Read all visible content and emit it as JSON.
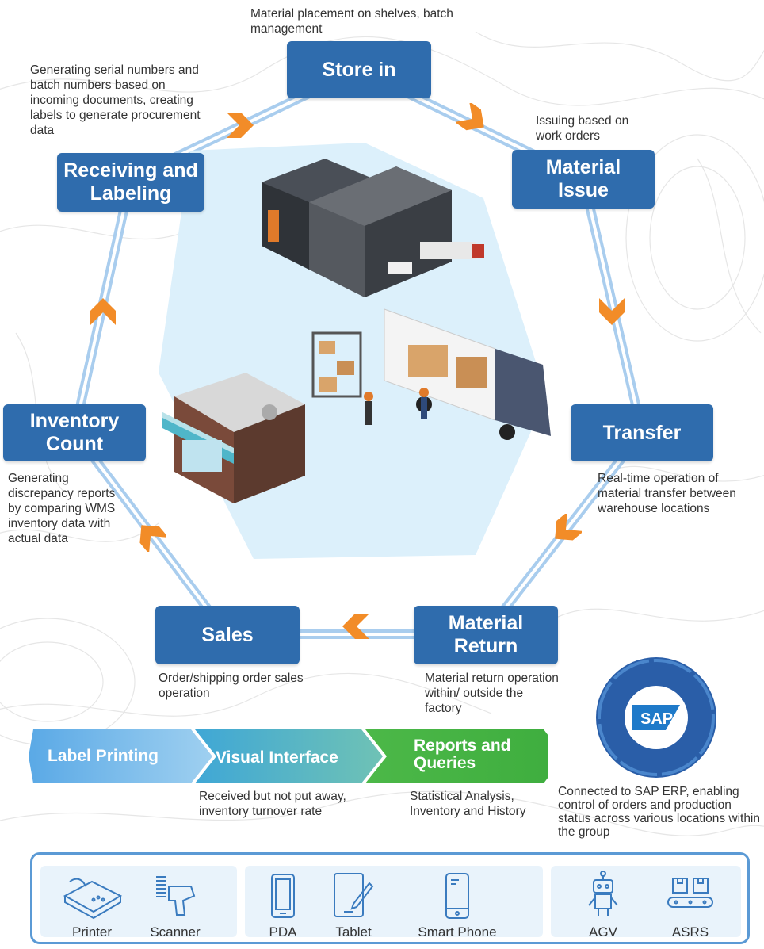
{
  "nodes": {
    "store_in": "Store in",
    "material_issue": "Material Issue",
    "transfer": "Transfer",
    "material_return": "Material Return",
    "sales": "Sales",
    "inventory_count": "Inventory Count",
    "receiving": "Receiving and Labeling"
  },
  "descriptions": {
    "store_in": "Material placement on shelves, batch management",
    "material_issue": "Issuing based on work orders",
    "transfer": "Real-time operation of material transfer between warehouse locations",
    "material_return": "Material return operation within/ outside the factory",
    "sales": "Order/shipping order sales operation",
    "inventory_count": "Generating discrepancy reports by comparing WMS inventory data with actual data",
    "receiving": "Generating serial numbers and batch numbers based on incoming documents, creating labels to generate procurement data"
  },
  "band": {
    "label_printing": "Label Printing",
    "visual_interface": "Visual Interface",
    "reports": "Reports and Queries",
    "visual_desc": "Received but not put away, inventory turnover rate",
    "reports_desc": "Statistical Analysis, Inventory and History"
  },
  "sap": {
    "logo": "SAP",
    "caption": "Connected to SAP ERP, enabling control of orders and production status across various locations within the group"
  },
  "devices": {
    "printer": "Printer",
    "scanner": "Scanner",
    "pda": "PDA",
    "tablet": "Tablet",
    "smart_phone": "Smart Phone",
    "agv": "AGV",
    "asrs": "ASRS"
  },
  "colors": {
    "node_blue": "#2f6cad",
    "arrow_orange": "#f28c28",
    "ring_blue": "#a9cdee",
    "band_light_blue": "#5aa9e6",
    "band_green": "#4cb848"
  },
  "icons": [
    "printer-icon",
    "scanner-icon",
    "pda-icon",
    "tablet-icon",
    "smart-phone-icon",
    "agv-robot-icon",
    "asrs-conveyor-icon"
  ]
}
